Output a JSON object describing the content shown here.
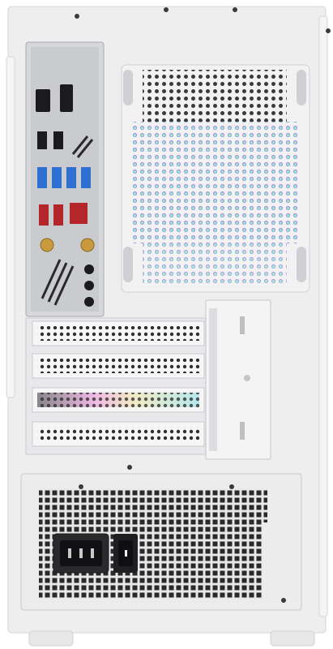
{
  "image": {
    "subject": "white-pc-case-rear-panel",
    "colors": {
      "background": "#ffffff",
      "case_white": "#eeeeef",
      "panel_light": "#f4f4f5",
      "shadow_grey": "#cfd0d3",
      "hole_dark": "#2c2c2f",
      "io_shield": "#c9cbcf",
      "port_black": "#1b1b1d",
      "usb_blue": "#2f6fd0",
      "usb_red": "#b3262a",
      "antenna_gold": "#c99a3c",
      "rgb_pink": "#e985d6",
      "rgb_purple": "#9a84ee",
      "rgb_cyan": "#7fdde6",
      "rgb_yellow": "#f0e39a"
    },
    "parts": [
      "io-shield",
      "exhaust-fan-grille",
      "expansion-slot-covers",
      "slot-retention-bracket",
      "psu-mount-grille",
      "power-inlet",
      "power-switch",
      "case-feet"
    ]
  }
}
